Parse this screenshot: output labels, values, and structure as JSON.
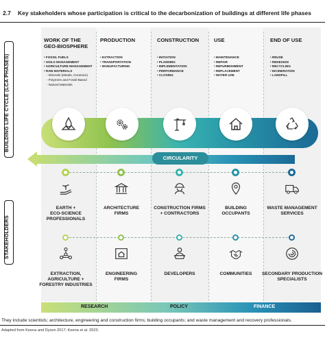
{
  "figure": {
    "number": "2.7",
    "title": "Key stakeholders whose participation is critical to the decarbonization of buildings at different life phases"
  },
  "side_labels": {
    "lifecycle": "BUILDING LIFE CYCLE (LCA PHASES)",
    "stakeholders": "STAKEHOLDERS"
  },
  "phases": [
    {
      "title_line1": "WORK OF THE",
      "title_line2": "GEO-BIOSPHERE",
      "icon": "water-drop-landscape-icon",
      "color": "#b5d257",
      "items": [
        "FOSSIL FUELS",
        "SOILS MANAGEMENT",
        "AGRICULTURE MANAGEMENT",
        "RAW MATERIALS"
      ],
      "sub_items": [
        "- Minerals (Metals, Ceramics)",
        "- Polymers and Fossil-Based",
        "- Natural Materials"
      ]
    },
    {
      "title_line1": "PRODUCTION",
      "title_line2": "",
      "icon": "gears-icon",
      "color": "#8fc24e",
      "items": [
        "EXTRACTION",
        "TRANSPORTATION",
        "MANUFACTURING"
      ],
      "sub_items": []
    },
    {
      "title_line1": "CONSTRUCTION",
      "title_line2": "",
      "icon": "crane-icon",
      "color": "#39b3b0",
      "items": [
        "INITIATION",
        "PLANNING",
        "IMPLEMENTATION",
        "PERFORMANCE",
        "CLOSING"
      ],
      "sub_items": []
    },
    {
      "title_line1": "USE",
      "title_line2": "",
      "icon": "house-icon",
      "color": "#2794a8",
      "items": [
        "MAINTENANCE",
        "REPAIR",
        "REFURBISHMENT",
        "REPLACEMENT",
        "WATER USE"
      ],
      "sub_items": []
    },
    {
      "title_line1": "END OF USE",
      "title_line2": "",
      "icon": "recycle-icon",
      "color": "#1b6a96",
      "items": [
        "REUSE",
        "REDESIGN",
        "RECYCLING",
        "INCINERATION",
        "LANDFILL"
      ],
      "sub_items": []
    }
  ],
  "circularity_label": "CIRCULARITY",
  "stakeholders_row1": [
    {
      "line1": "EARTH +",
      "line2": "ECO-SCIENCE",
      "line3": "PROFESSIONALS",
      "icon": "hand-plant-icon"
    },
    {
      "line1": "ARCHITECTURE",
      "line2": "FIRMS",
      "line3": "",
      "icon": "building-columns-icon"
    },
    {
      "line1": "CONSTRUCTION FIRMS",
      "line2": "+ CONTRACTORS",
      "line3": "",
      "icon": "hardhat-worker-icon"
    },
    {
      "line1": "BUILDING",
      "line2": "OCCUPANTS",
      "line3": "",
      "icon": "location-pin-icon"
    },
    {
      "line1": "WASTE MANAGEMENT",
      "line2": "SERVICES",
      "line3": "",
      "icon": "garbage-truck-icon"
    }
  ],
  "stakeholders_row2": [
    {
      "line1": "EXTRACTION,",
      "line2": "AGRICULTURE +",
      "line3": "FORESTRY INDUSTRIES",
      "icon": "network-nodes-icon"
    },
    {
      "line1": "ENGINEERING",
      "line2": "FIRMS",
      "line3": "",
      "icon": "blueprint-house-icon"
    },
    {
      "line1": "DEVELOPERS",
      "line2": "",
      "line3": "",
      "icon": "person-laptop-icon"
    },
    {
      "line1": "COMMUNITIES",
      "line2": "",
      "line3": "",
      "icon": "handshake-icon"
    },
    {
      "line1": "SECONDARY PRODUCTION",
      "line2": "SPECIALISTS",
      "line3": "",
      "icon": "spiral-circle-icon"
    }
  ],
  "bottom_bar": {
    "research": "RESEARCH",
    "policy": "POLICY",
    "finance": "FINANCE"
  },
  "caption": "They include scientists; architecture, engineering and construction firms; building occupants; and waste management and recovery professionals.",
  "source": "Adapted from Keena and Dyson 2017; Keena et al. 2023."
}
